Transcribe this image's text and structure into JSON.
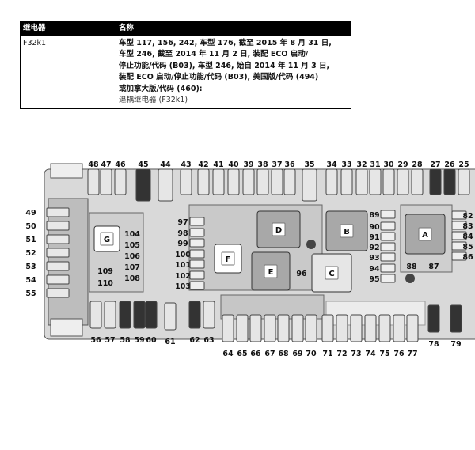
{
  "table": {
    "headers": [
      "继电器",
      "名称"
    ],
    "relay_id": "F32k1",
    "description_bold": "车型 117, 156, 242, 车型 176, 截至 2015 年 8 月 31 日,\n车型 246, 截至 2014 年 11 月 2 日, 装配 ECO 启动/\n停止功能/代码 (B03), 车型 246, 始自 2014 年 11 月 3 日,\n装配 ECO 启动/停止功能/代码 (B03), 美国版/代码 (494)\n或加拿大版/代码 (460):",
    "description_normal": "退耦继电器 (F32k1)"
  },
  "diagram": {
    "top_row": [
      "48",
      "47",
      "46",
      "45",
      "44",
      "43",
      "42",
      "41",
      "40",
      "39",
      "38",
      "37",
      "36",
      "35",
      "34",
      "33",
      "32",
      "31",
      "30",
      "29",
      "28",
      "27",
      "26",
      "25"
    ],
    "left_col": [
      "49",
      "50",
      "51",
      "52",
      "53",
      "54",
      "55"
    ],
    "bottom_row": [
      "56",
      "57",
      "58",
      "59",
      "60",
      "61",
      "62",
      "63",
      "64",
      "65",
      "66",
      "67",
      "68",
      "69",
      "70",
      "71",
      "72",
      "73",
      "74",
      "75",
      "76",
      "77",
      "78",
      "79"
    ],
    "mid_left": [
      "97",
      "98",
      "99",
      "100",
      "101",
      "102",
      "103"
    ],
    "g_cluster": [
      "104",
      "105",
      "106",
      "107",
      "108",
      "109",
      "110"
    ],
    "mid_right": [
      "89",
      "90",
      "91",
      "92",
      "93",
      "94",
      "95"
    ],
    "right_col": [
      "82",
      "83",
      "84",
      "85",
      "86"
    ],
    "misc": [
      "88",
      "87",
      "96"
    ],
    "relays": [
      "G",
      "D",
      "B",
      "A",
      "F",
      "E",
      "C"
    ]
  }
}
